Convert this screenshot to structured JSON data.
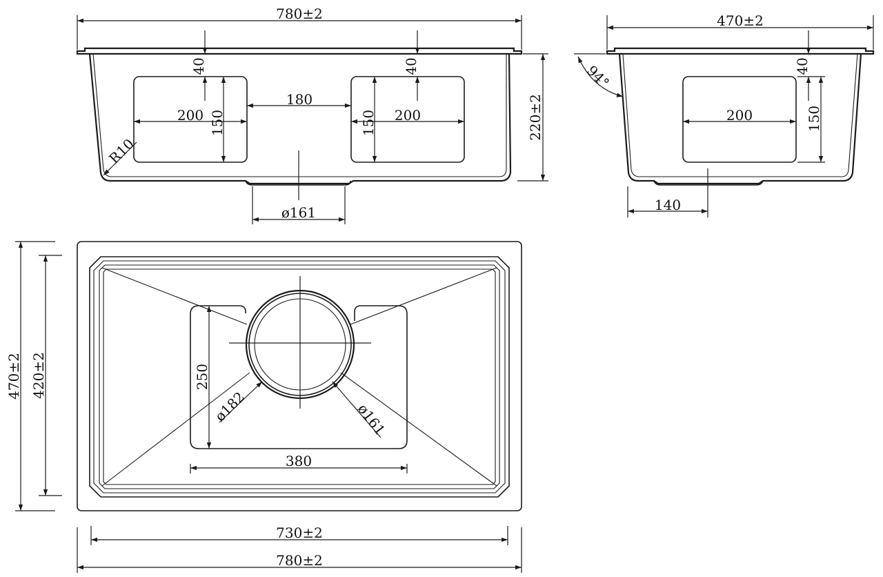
{
  "front_view": {
    "overall_width": "780±2",
    "height": "220±2",
    "top_offset_left": "40",
    "top_offset_right": "40",
    "basket_width_left": "200",
    "basket_width_right": "200",
    "basket_height_left": "150",
    "basket_height_right": "150",
    "basket_gap": "180",
    "corner_radius": "R10",
    "drain_diameter": "ø161"
  },
  "side_view": {
    "overall_depth": "470±2",
    "wall_angle": "94°",
    "top_offset": "40",
    "basket_width": "200",
    "basket_height": "150",
    "drain_offset": "140"
  },
  "top_view": {
    "outer_depth": "470±2",
    "inner_depth": "420±2",
    "basket_depth": "250",
    "outer_ring_diameter": "ø182",
    "inner_ring_diameter": "ø161",
    "basket_length": "380",
    "inner_width": "730±2",
    "outer_width": "780±2"
  }
}
